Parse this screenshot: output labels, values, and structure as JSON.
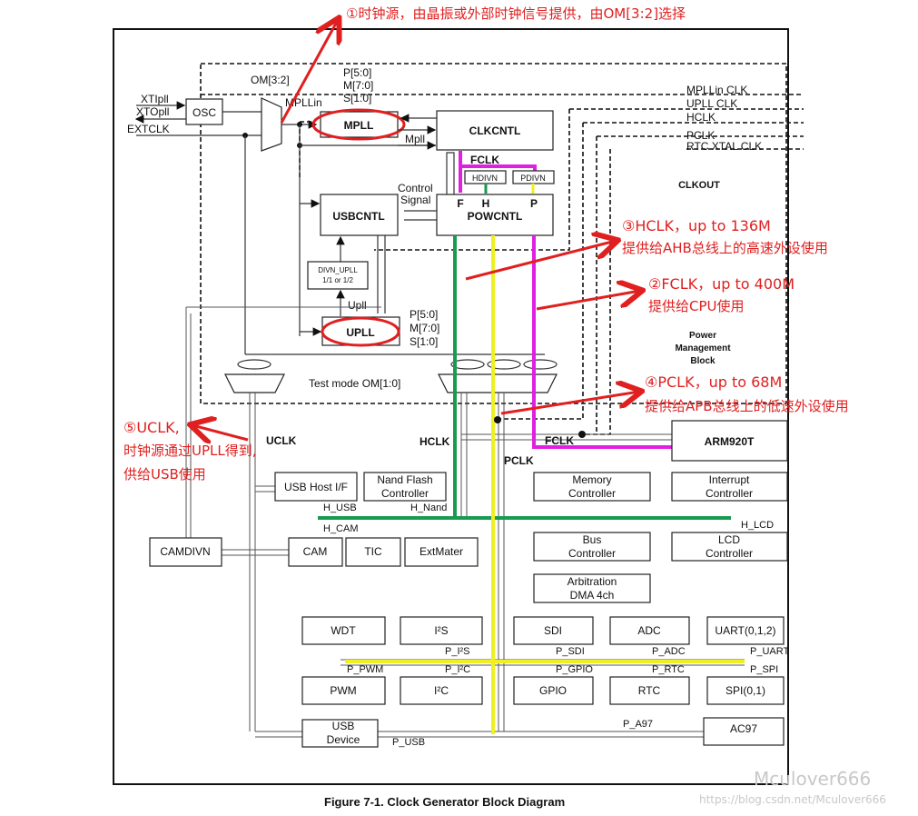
{
  "figure": {
    "caption": "Figure 7-1. Clock Generator Block Diagram",
    "watermark_name": "Mculover666",
    "watermark_url": "https://blog.csdn.net/Mculover666"
  },
  "inputs": {
    "xti": "XTIpll",
    "xto": "XTOpll",
    "ext": "EXTCLK"
  },
  "blocks": {
    "osc": "OSC",
    "om32": "OM[3:2]",
    "mpllin": "MPLLin",
    "mpll": "MPLL",
    "mpll_p": "P[5:0]",
    "mpll_m": "M[7:0]",
    "mpll_s": "S[1:0]",
    "clkcntl": "CLKCNTL",
    "mpll_sig": "Mpll",
    "fclk": "FCLK",
    "hdivn": "HDIVN",
    "pdivn": "PDIVN",
    "powcntl": "POWCNTL",
    "pf": "F",
    "ph": "H",
    "pp": "P",
    "control1": "Control",
    "control2": "Signal",
    "usbcntl": "USBCNTL",
    "divn1": "DIVN_UPLL",
    "divn2": "1/1 or 1/2",
    "upll_sig": "Upll",
    "upll": "UPLL",
    "upll_p": "P[5:0]",
    "upll_m": "M[7:0]",
    "upll_s": "S[1:0]",
    "testmode": "Test mode OM[1:0]",
    "clkout": "CLKOUT",
    "pmb1": "Power",
    "pmb2": "Management",
    "pmb3": "Block"
  },
  "clkout_signals": [
    "MPLLin CLK",
    "UPLL CLK",
    "HCLK",
    "PCLK",
    "RTC XTAL CLK"
  ],
  "clocks": {
    "uclk": "UCLK",
    "hclk": "HCLK",
    "pclk": "PCLK",
    "fclk": "FCLK"
  },
  "ahb": {
    "arm": "ARM920T",
    "usbhost": "USB Host I/F",
    "nand1": "Nand Flash",
    "nand2": "Controller",
    "camdivn": "CAMDIVN",
    "cam": "CAM",
    "tic": "TIC",
    "extmater": "ExtMater",
    "mem1": "Memory",
    "mem2": "Controller",
    "int1": "Interrupt",
    "int2": "Controller",
    "bus1": "Bus",
    "bus2": "Controller",
    "lcd1": "LCD",
    "lcd2": "Controller",
    "arb1": "Arbitration",
    "arb2": "DMA 4ch",
    "h_usb": "H_USB",
    "h_cam": "H_CAM",
    "h_nand": "H_Nand",
    "h_lcd": "H_LCD"
  },
  "apb": {
    "wdt": "WDT",
    "i2s": "I²S",
    "sdi": "SDI",
    "adc": "ADC",
    "uart": "UART(0,1,2)",
    "pwm": "PWM",
    "i2c": "I²C",
    "gpio": "GPIO",
    "rtc": "RTC",
    "spi": "SPI(0,1)",
    "usbdev1": "USB",
    "usbdev2": "Device",
    "ac97": "AC97",
    "p_i2s": "P_I²S",
    "p_sdi": "P_SDI",
    "p_adc": "P_ADC",
    "p_uart": "P_UART",
    "p_pwm": "P_PWM",
    "p_i2c": "P_I²C",
    "p_gpio": "P_GPIO",
    "p_rtc": "P_RTC",
    "p_spi": "P_SPI",
    "p_usb": "P_USB",
    "p_a97": "P_A97"
  },
  "annotations": {
    "a1": "①时钟源，由晶振或外部时钟信号提供，由OM[3:2]选择",
    "a3l1": "③HCLK，up to 136M",
    "a3l2": "提供给AHB总线上的高速外设使用",
    "a2l1": "②FCLK，up to 400M",
    "a2l2": "提供给CPU使用",
    "a4l1": "④PCLK，up to 68M",
    "a4l2": "提供给APB总线上的低速外设使用",
    "a5l1": "⑤UCLK,",
    "a5l2": "时钟源通过UPLL得到,",
    "a5l3": "供给USB使用"
  },
  "colors": {
    "annotation": "#e02020",
    "fclk": "#e020e0",
    "hclk": "#1a9a50",
    "pclk": "#f0f020"
  }
}
